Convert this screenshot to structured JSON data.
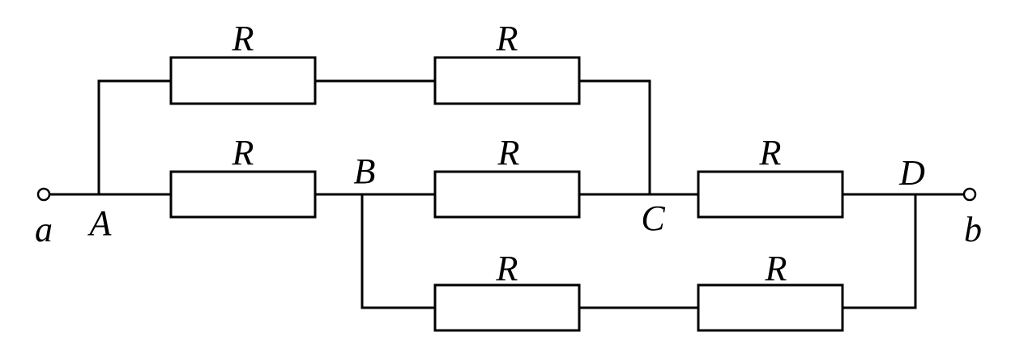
{
  "terminals": {
    "a": "a",
    "b": "b"
  },
  "nodes": {
    "A": "A",
    "B": "B",
    "C": "C",
    "D": "D"
  },
  "resistors": {
    "top_left": "R",
    "top_right": "R",
    "a_to_b": "R",
    "b_to_c": "R",
    "c_to_d": "R",
    "bottom_left": "R",
    "bottom_right": "R"
  }
}
